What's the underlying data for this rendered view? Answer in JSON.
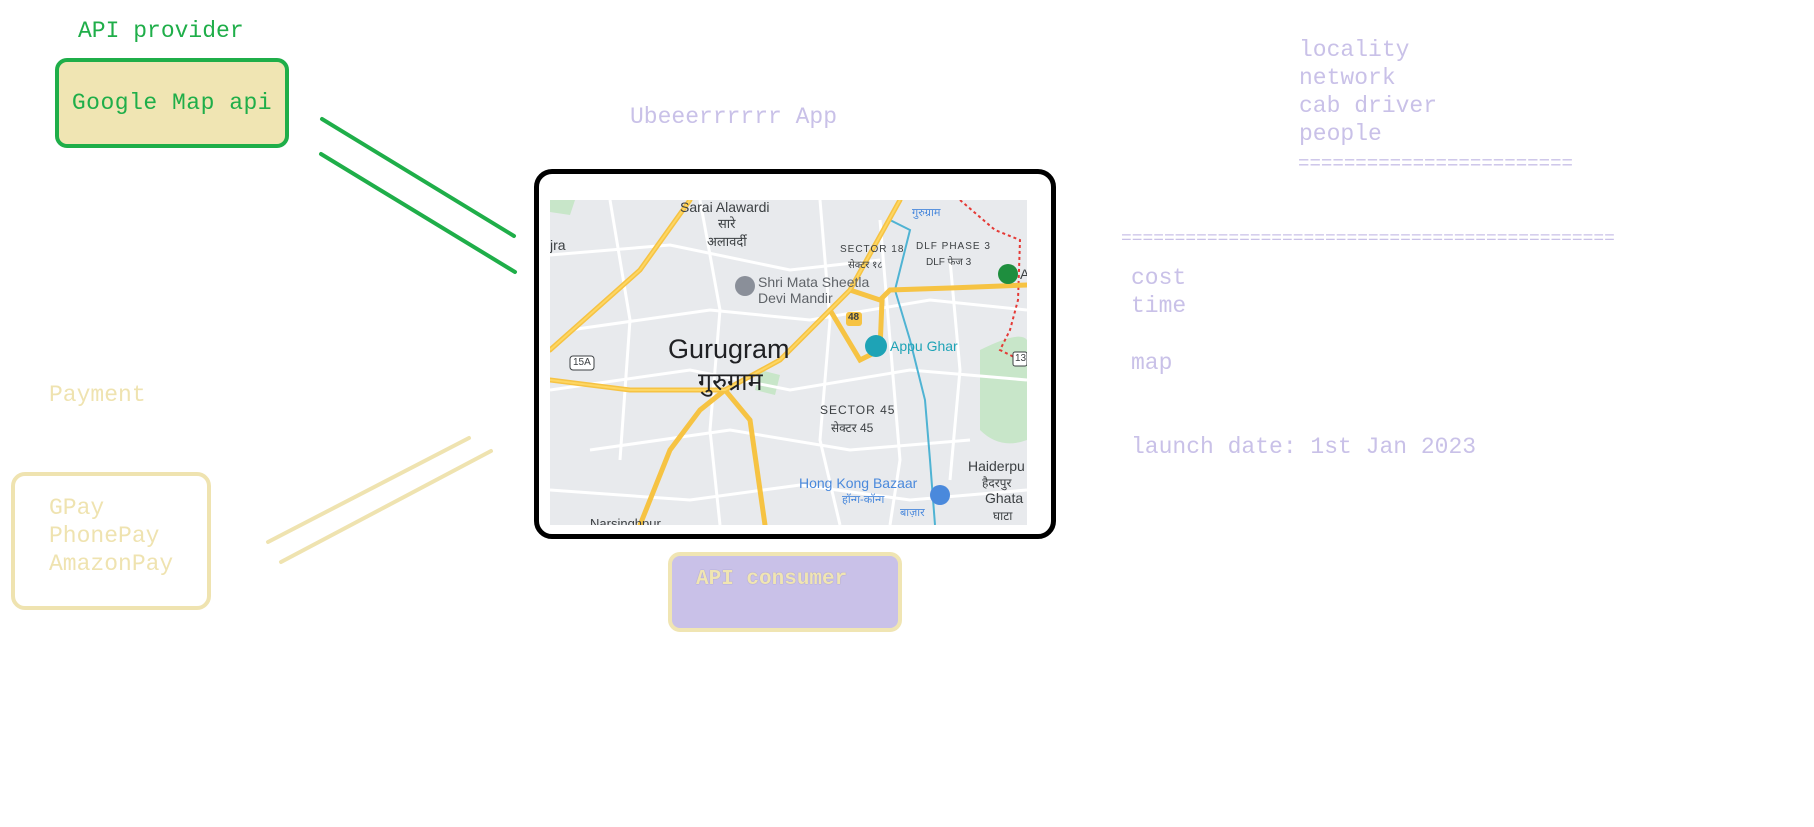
{
  "provider": {
    "title": "API provider",
    "box_label": "Google Map api"
  },
  "app": {
    "title": "Ubeeerrrrrr App"
  },
  "consumer": {
    "label": "API consumer"
  },
  "payment": {
    "title": "Payment",
    "methods": [
      "GPay",
      "PhonePay",
      "AmazonPay"
    ]
  },
  "notes": {
    "top_list": [
      "locality",
      "network",
      "cab driver",
      "people"
    ],
    "separator_short": "========================",
    "separator_long": "==============================================",
    "details": [
      "cost",
      "time"
    ],
    "map_label": "map",
    "launch": "launch date: 1st Jan 2023"
  },
  "map": {
    "city_name": "Gurugram",
    "city_name_local": "गुरुग्राम",
    "labels": {
      "sarai": "Sarai Alawardi",
      "sarai_local_1": "सारे",
      "sarai_local_2": "अलावर्दी",
      "sector18": "SECTOR 18",
      "sector18_local": "सेक्टर १८",
      "dlf": "DLF PHASE 3",
      "dlf_local": "DLF फेज 3",
      "temple": "Shri Mata Sheetla",
      "temple_2": "Devi Mandir",
      "appu": "Appu Ghar",
      "sector45": "SECTOR 45",
      "sector45_local": "सेक्टर 45",
      "hongkong": "Hong Kong Bazaar",
      "hongkong_local_1": "हॉन्ग-कॉन्ग",
      "hongkong_local_2": "बाज़ार",
      "haiderpur": "Haiderpu",
      "haiderpur_local": "हैदरपुर",
      "ghata": "Ghata",
      "ghata_local": "घाटा",
      "jra": "jra",
      "highway_48": "48",
      "highway_15a": "15A",
      "highway_13": "13",
      "gurugram_local_top": "गुरुग्राम",
      "narsinghpur": "Narsinghpur",
      "a_edge": "A"
    },
    "colors": {
      "background": "#e8eaed",
      "highway": "#f6c343",
      "road": "#ffffff",
      "metro": "#4fb3d3",
      "park": "#c8e6c9",
      "boundary": "#e53935",
      "poi_blue": "#4a89dc",
      "poi_teal": "#1ea3b6"
    }
  },
  "colors": {
    "provider_green": "#1fae49",
    "provider_fill": "#f0e5b3",
    "lavender": "#c9c1e8",
    "payment_beige": "#efe3b0"
  }
}
